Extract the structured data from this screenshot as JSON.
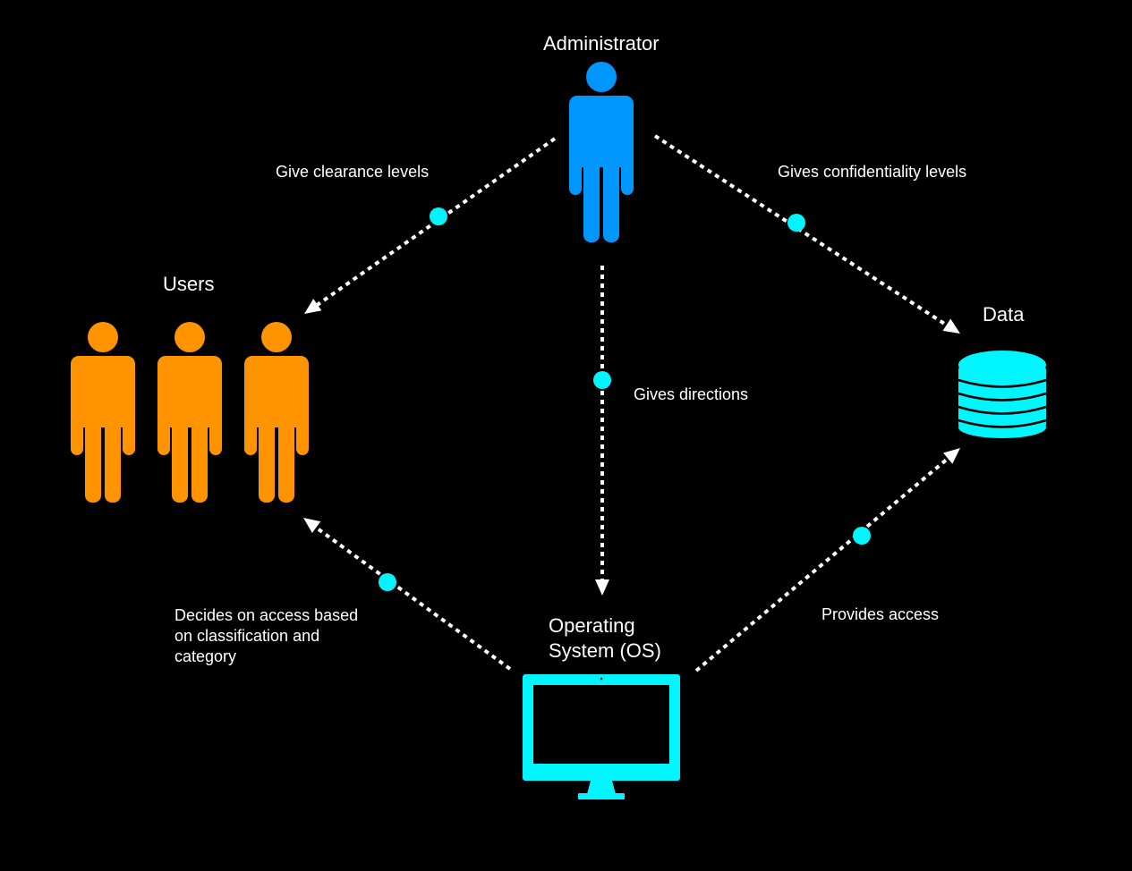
{
  "colors": {
    "background": "#000000",
    "administrator": "#0096ff",
    "users": "#ff9300",
    "data": "#00f5ff",
    "os": "#00f5ff",
    "connector_dot": "#00f5ff",
    "arrow": "#ffffff",
    "text": "#ffffff"
  },
  "nodes": {
    "administrator": {
      "label": "Administrator",
      "icon": "person-icon"
    },
    "users": {
      "label": "Users",
      "icon": "person-icon",
      "count": 3
    },
    "data": {
      "label": "Data",
      "icon": "database-icon"
    },
    "os": {
      "label_line1": "Operating",
      "label_line2": "System (OS)",
      "icon": "monitor-icon"
    }
  },
  "edges": [
    {
      "id": "give-clearance",
      "from": "administrator",
      "to": "users",
      "label": "Give clearance levels"
    },
    {
      "id": "gives-confidentiality",
      "from": "administrator",
      "to": "data",
      "label": "Gives confidentiality levels"
    },
    {
      "id": "gives-directions",
      "from": "administrator",
      "to": "os",
      "label": "Gives directions"
    },
    {
      "id": "decides-access",
      "from": "os",
      "to": "users",
      "label_lines": [
        "Decides on access based",
        "on classification and",
        "category"
      ]
    },
    {
      "id": "provides-access",
      "from": "os",
      "to": "data",
      "label": "Provides access"
    }
  ]
}
